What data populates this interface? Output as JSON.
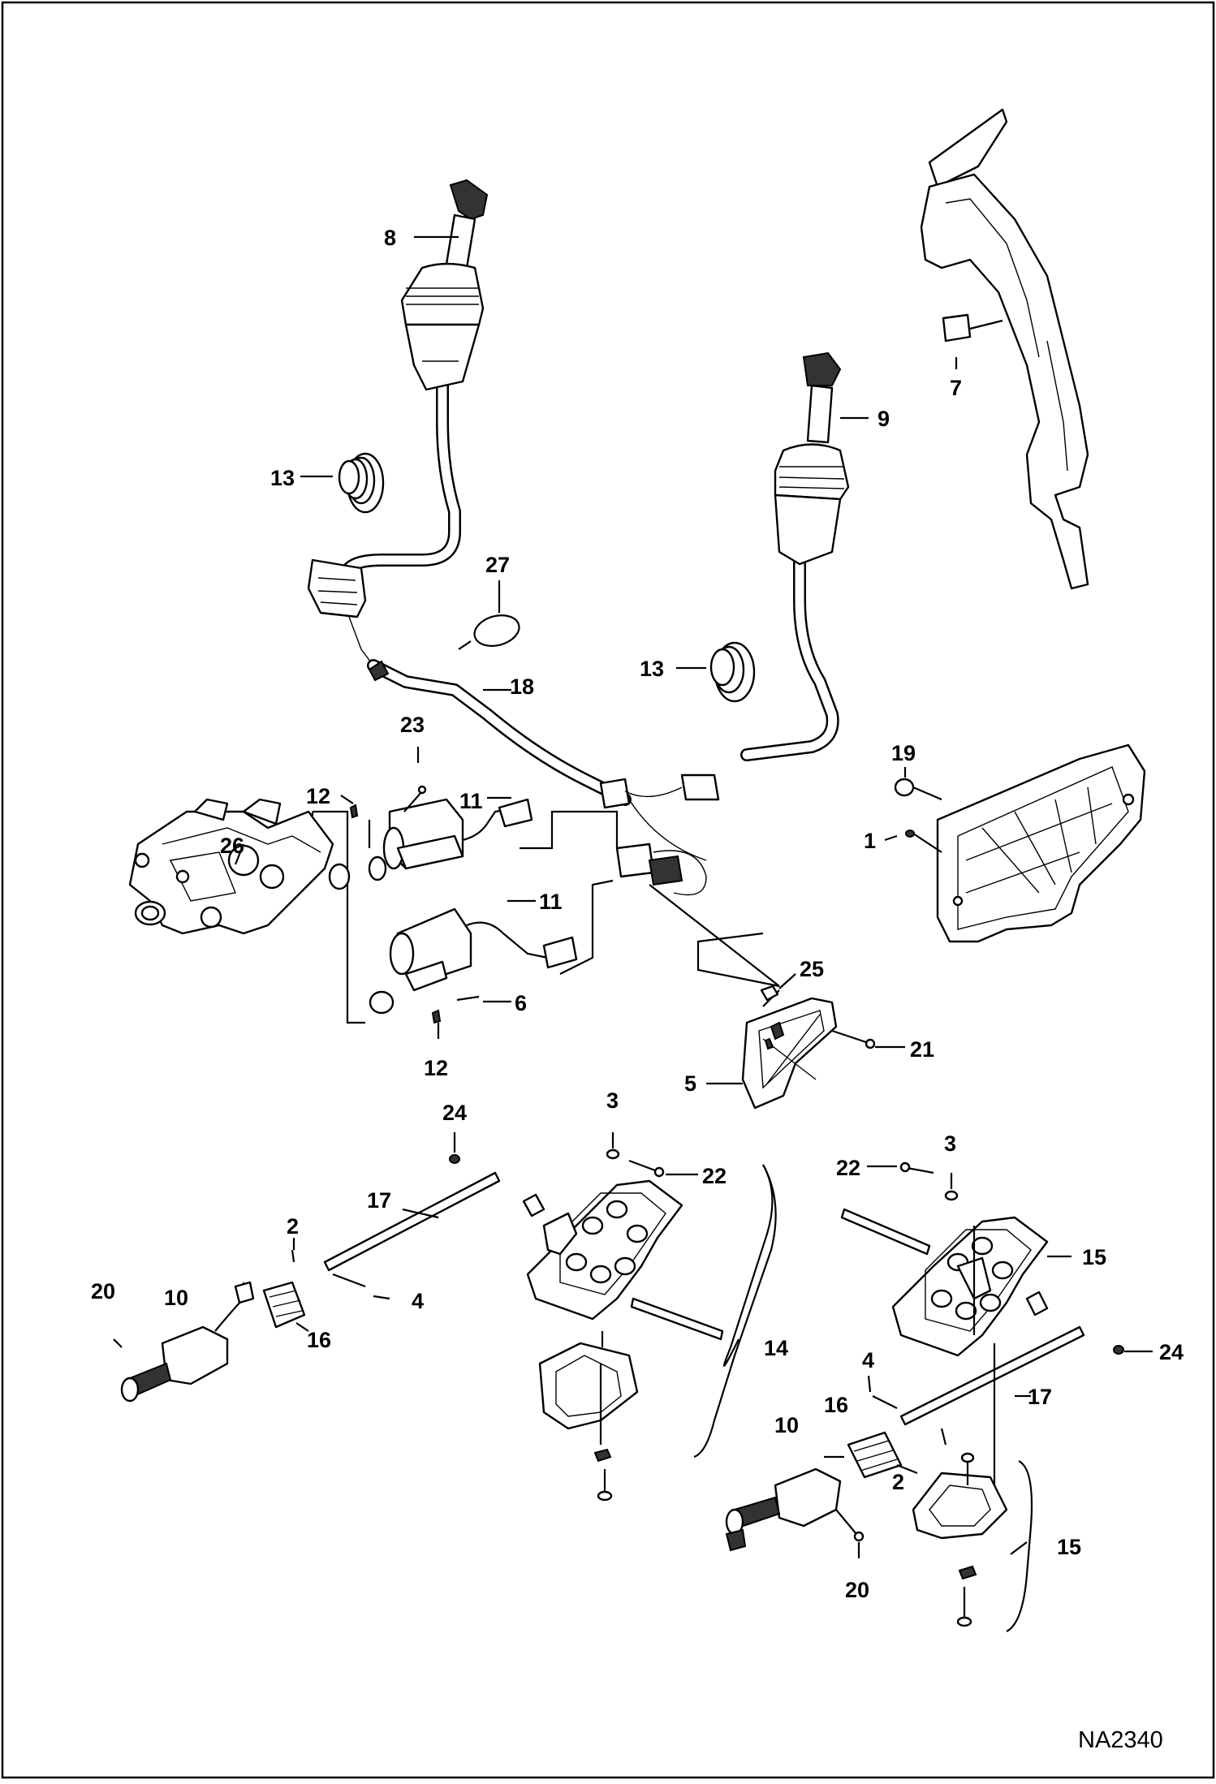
{
  "drawing_code": "NA2340",
  "callouts": {
    "c8": "8",
    "c9": "9",
    "c7": "7",
    "c13a": "13",
    "c13b": "13",
    "c27": "27",
    "c18": "18",
    "c23": "23",
    "c12a": "12",
    "c11a": "11",
    "c26": "26",
    "c11b": "11",
    "c6": "6",
    "c12b": "12",
    "c19": "19",
    "c1": "1",
    "c25": "25",
    "c21": "21",
    "c5": "5",
    "c24a": "24",
    "c3a": "3",
    "c22a": "22",
    "c17a": "17",
    "c2a": "2",
    "c20a": "20",
    "c10a": "10",
    "c4a": "4",
    "c16a": "16",
    "c14": "14",
    "c22b": "22",
    "c3b": "3",
    "c15a": "15",
    "c24b": "24",
    "c4b": "4",
    "c17b": "17",
    "c10b": "10",
    "c16b": "16",
    "c2b": "2",
    "c20b": "20",
    "c15b": "15"
  }
}
